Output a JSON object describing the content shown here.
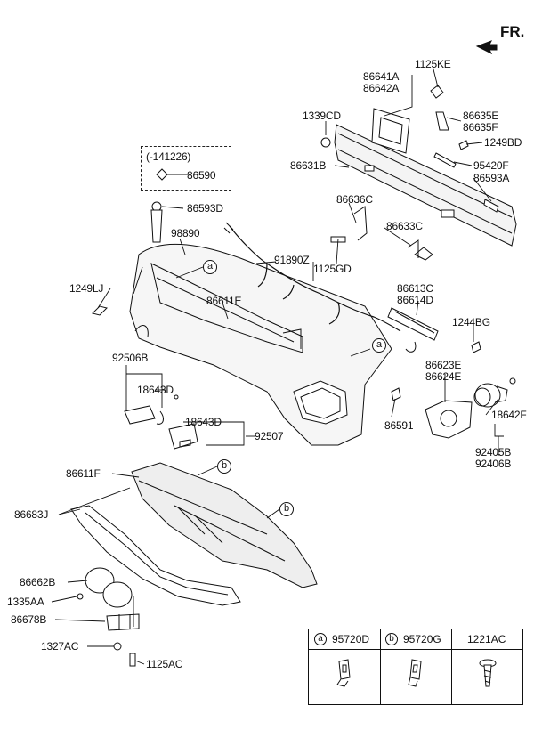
{
  "direction_label": "FR.",
  "callout_a": "a",
  "callout_b": "b",
  "note_box_label": "(-141226)",
  "parts": {
    "p86641A": "86641A",
    "p86642A": "86642A",
    "p1125KE": "1125KE",
    "p1339CD": "1339CD",
    "p86635E": "86635E",
    "p86635F": "86635F",
    "p1249BD": "1249BD",
    "p86631B": "86631B",
    "p95420F": "95420F",
    "p86593A": "86593A",
    "p86590": "86590",
    "p86593D": "86593D",
    "p86636C": "86636C",
    "p98890": "98890",
    "p86633C": "86633C",
    "p91890Z": "91890Z",
    "p1125GD": "1125GD",
    "p1249LJ": "1249LJ",
    "p86611E": "86611E",
    "p86613C": "86613C",
    "p86614D": "86614D",
    "p1244BG": "1244BG",
    "p92506B": "92506B",
    "p18643D_a": "18643D",
    "p86623E": "86623E",
    "p86624E": "86624E",
    "p18642F": "18642F",
    "p86591": "86591",
    "p18643D_b": "18643D",
    "p92507": "92507",
    "p92405B": "92405B",
    "p92406B": "92406B",
    "p86611F": "86611F",
    "p86683J": "86683J",
    "p86662B": "86662B",
    "p1335AA": "1335AA",
    "p86678B": "86678B",
    "p1327AC": "1327AC",
    "p1125AC": "1125AC"
  },
  "legend": {
    "a_letter": "a",
    "a_part": "95720D",
    "b_letter": "b",
    "b_part": "95720G",
    "c_part": "1221AC"
  }
}
